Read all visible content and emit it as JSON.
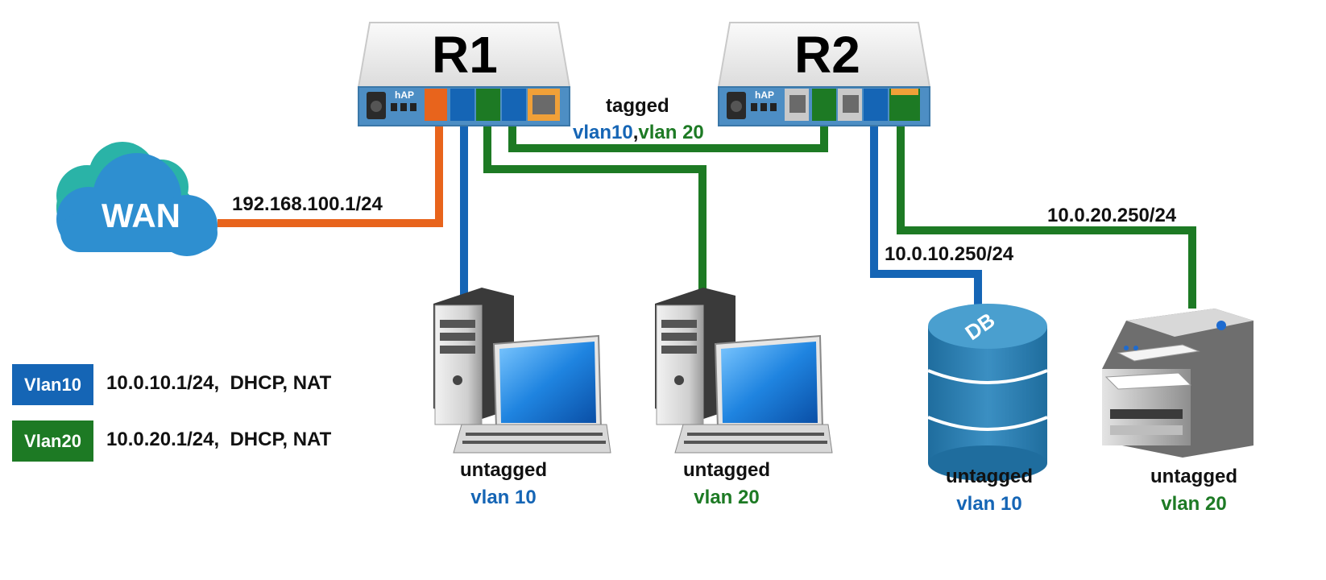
{
  "colors": {
    "vlan10": "#1565b5",
    "vlan20": "#1d7a24",
    "wan": "#e8641c",
    "cloud": "#2e8fd0",
    "cloud_back": "#2ab3a7"
  },
  "wan": {
    "label": "WAN",
    "ip": "192.168.100.1/24"
  },
  "routers": {
    "r1": {
      "name": "R1",
      "model": "hAP"
    },
    "r2": {
      "name": "R2",
      "model": "hAP"
    }
  },
  "trunk": {
    "title": "tagged",
    "vlan_a": "vlan10",
    "separator": ",",
    "vlan_b": "vlan 20"
  },
  "hosts": {
    "pc1": {
      "mode": "untagged",
      "vlan": "vlan 10"
    },
    "pc2": {
      "mode": "untagged",
      "vlan": "vlan 20"
    },
    "db": {
      "mode": "untagged",
      "vlan": "vlan 10",
      "ip": "10.0.10.250/24",
      "icon_text": "DB"
    },
    "printer": {
      "mode": "untagged",
      "vlan": "vlan 20",
      "ip": "10.0.20.250/24"
    }
  },
  "legend": [
    {
      "name": "Vlan10",
      "desc": "10.0.10.1/24,  DHCP, NAT"
    },
    {
      "name": "Vlan20",
      "desc": "10.0.20.1/24,  DHCP, NAT"
    }
  ]
}
